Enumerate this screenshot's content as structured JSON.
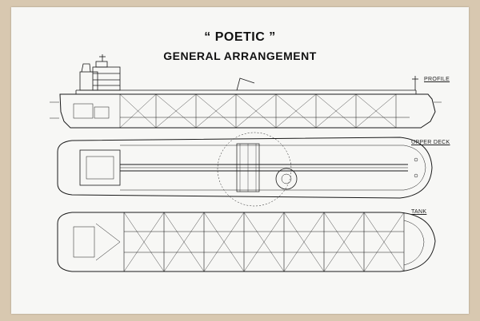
{
  "title": {
    "ship_name": "“ POETIC ”",
    "subtitle": "GENERAL ARRANGEMENT"
  },
  "views": {
    "profile": "PROFILE",
    "upper_deck": "UPPER DECK",
    "tank": "TANK"
  }
}
